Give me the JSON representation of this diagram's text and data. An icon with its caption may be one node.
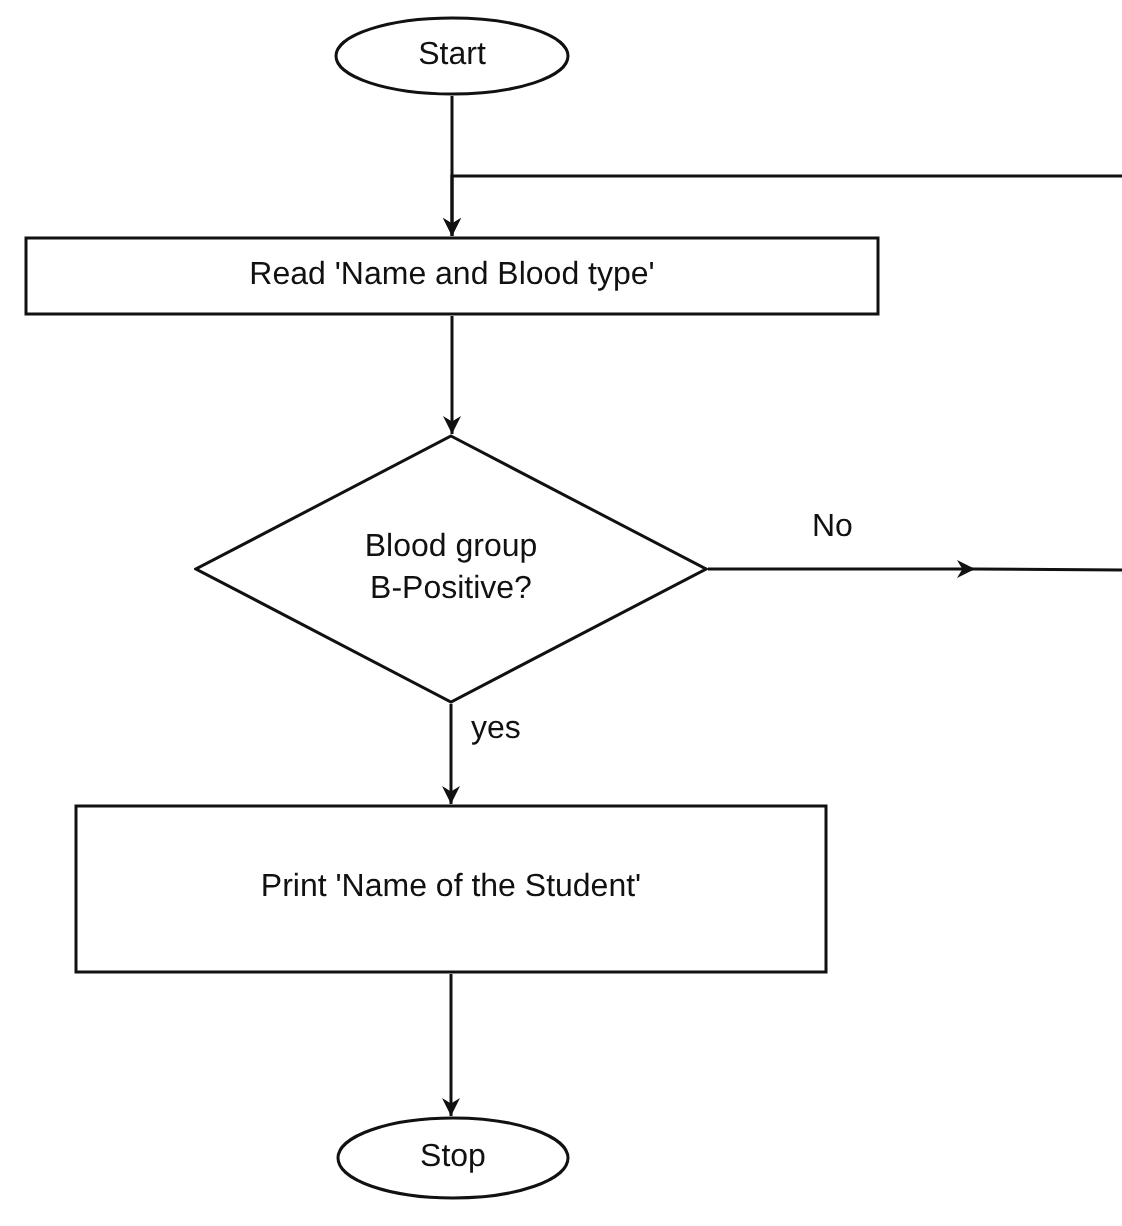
{
  "diagram": {
    "nodes": [
      {
        "text": [
          "Start"
        ]
      },
      {
        "text": [
          "Read 'Name and Blood type'"
        ]
      },
      {
        "text": [
          "Blood group B-Positive?"
        ]
      },
      {
        "text": [
          "Print 'Name of the Student'"
        ]
      },
      {
        "text": [
          "Stop"
        ]
      }
    ],
    "edges": [
      {
        "from": 0,
        "to": 1,
        "arrow": "to"
      },
      {
        "from": null,
        "to": 1,
        "arrow": "to"
      },
      {
        "from": 1,
        "to": 2,
        "arrow": "to"
      },
      {
        "from": 2,
        "to": null,
        "label": "No",
        "arrow": "to"
      },
      {
        "from": 2,
        "to": 3,
        "label": "yes",
        "arrow": "to"
      },
      {
        "from": 3,
        "to": 4,
        "arrow": "to"
      }
    ]
  }
}
